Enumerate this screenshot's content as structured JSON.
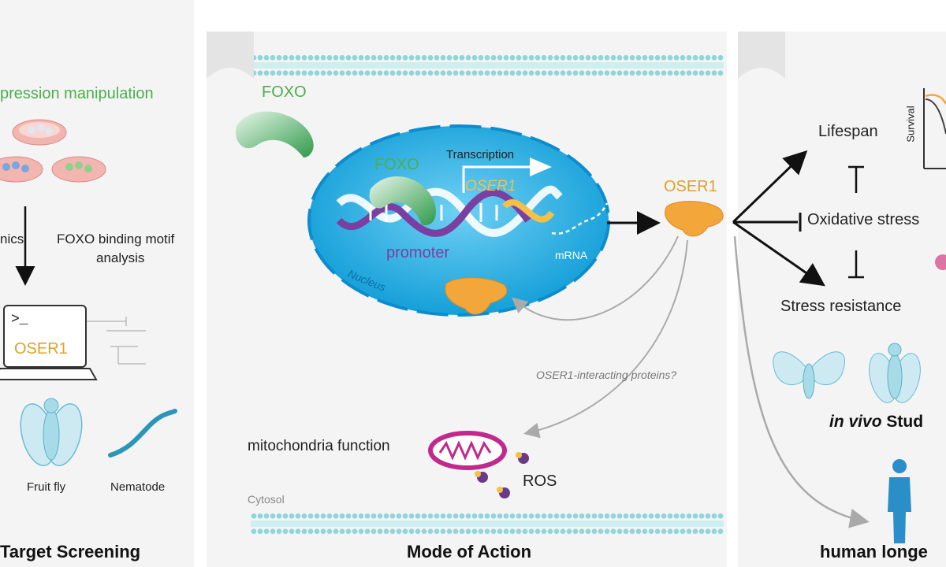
{
  "left_panel": {
    "header": "pression manipulation",
    "side_left": "nics",
    "motif_line1": "FOXO binding motif",
    "motif_line2": "analysis",
    "prompt": ">_",
    "laptop_gene": "OSER1",
    "fruit_fly": "Fruit fly",
    "nematode": "Nematode",
    "title": "Target Screening"
  },
  "middle_panel": {
    "foxo_outside": "FOXO",
    "foxo_inside": "FOXO",
    "transcription": "Transcription",
    "gene_on_dna": "OSER1",
    "promoter": "promoter",
    "mrna": "mRNA",
    "nucleus": "Nucleus",
    "oser1_protein": "OSER1",
    "interacting": "OSER1-interacting proteins?",
    "mitochondria": "mitochondria function",
    "ros": "ROS",
    "cytosol": "Cytosol",
    "title": "Mode of Action"
  },
  "right_panel": {
    "lifespan": "Lifespan",
    "survival_axis": "Survival",
    "oxidative": "Oxidative stress",
    "stress_resistance": "Stress resistance",
    "in_vivo_italic": "in vivo",
    "in_vivo_rest": "Stud",
    "title": "human longe"
  },
  "colors": {
    "green_text": "#4cae4c",
    "gold_text": "#e0a12b",
    "purple": "#7a3fa0",
    "nucleus_blue": "#1aa9df",
    "protein_orange": "#f3a73a",
    "mito_magenta": "#c02a8c",
    "insect_blue": "#a8dbe8"
  }
}
